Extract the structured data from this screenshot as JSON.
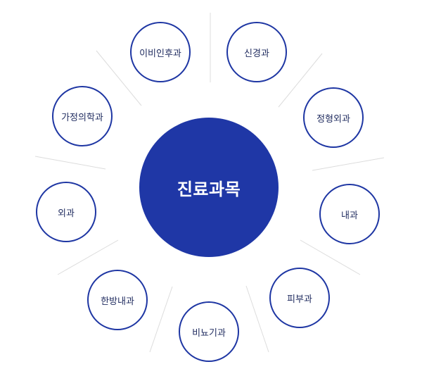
{
  "center": {
    "label": "진료과목",
    "color": "#1f37a6"
  },
  "accent_color": "#1e36a3",
  "departments": [
    {
      "label": "이비인후과"
    },
    {
      "label": "신경과"
    },
    {
      "label": "가정의학과"
    },
    {
      "label": "정형외과"
    },
    {
      "label": "외과"
    },
    {
      "label": "내과"
    },
    {
      "label": "한방내과"
    },
    {
      "label": "피부과"
    },
    {
      "label": "비뇨기과"
    }
  ]
}
